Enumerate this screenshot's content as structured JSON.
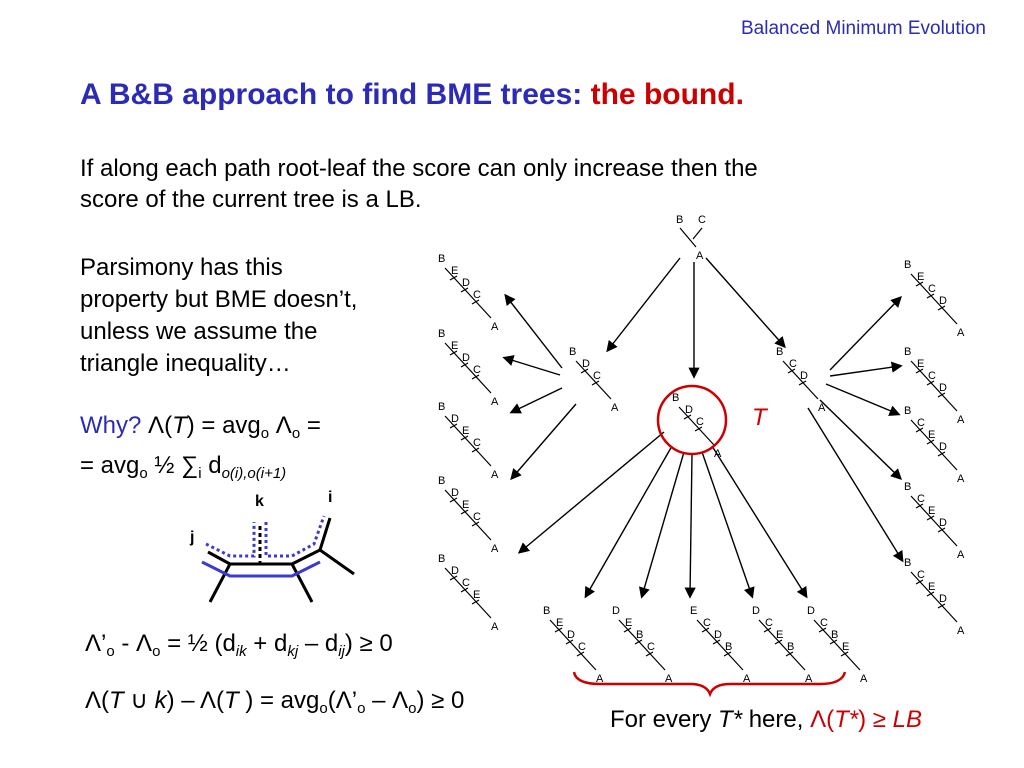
{
  "header": "Balanced Minimum Evolution",
  "title": {
    "main": "A B&B approach to find BME trees:",
    "highlight": "the bound."
  },
  "intro": {
    "line1": "If along each path root-leaf the score can only increase then the",
    "line2": "score of the current tree is a LB."
  },
  "parsimony": {
    "line1": "Parsimony has this",
    "line2": "property but BME doesn’t,",
    "line3": "unless we assume the",
    "line4": "triangle inequality…"
  },
  "why": {
    "label": "Why?",
    "lambda_open": "Λ(",
    "T": "T",
    "eq_avg": ") = avg",
    "sub_o": "o",
    "lambda_o": "Λ",
    "sub_o2": "o",
    "eq_tail": " =",
    "line2_prefix": "= avg",
    "sub_o3": "o",
    "half_sum": " ½ ∑",
    "sub_i": "i",
    "d": " d",
    "sub_idx": "o(i),o(i+1)"
  },
  "diagram_labels": {
    "k": "k",
    "i": "i",
    "j": "j"
  },
  "tree_label_T": "T",
  "eq1": {
    "lead": "Λ’",
    "sub_o1": "o",
    "minus": " - Λ",
    "sub_o2": "o",
    "eq": " = ½ (d",
    "sub_ik": "ik",
    "plus": " + d",
    "sub_kj": "kj",
    "minus2": " – d",
    "sub_ij": "ij",
    "tail": ") ≥ 0"
  },
  "eq2": {
    "open": "Λ(",
    "T1": "T",
    "cup": " ∪ ",
    "k": "k",
    "mid": ") – Λ(",
    "T2": "T",
    "eq": " ) = avg",
    "sub_o": "o",
    "paren": "(Λ’",
    "sub_o2": "o",
    "minus": " – Λ",
    "sub_o3": "o",
    "tail": ") ≥ 0"
  },
  "footer": {
    "prefix": "For every ",
    "T": "T*",
    "here": " here, ",
    "lambda": "Λ(",
    "T2": "T*",
    "close": ")",
    "ge": " ≥ ",
    "LB": "LB"
  },
  "trees": {
    "root": [
      "B",
      "C",
      "A"
    ],
    "level1_left": [
      "B",
      "D",
      "C",
      "A"
    ],
    "level1_mid": [
      "B",
      "D",
      "C",
      "A"
    ],
    "level1_right": [
      "B",
      "C",
      "D",
      "A"
    ],
    "left_col": [
      [
        "B",
        "E",
        "D",
        "C",
        "A"
      ],
      [
        "B",
        "E",
        "D",
        "C",
        "A"
      ],
      [
        "B",
        "D",
        "E",
        "C",
        "A"
      ],
      [
        "B",
        "D",
        "E",
        "C",
        "A"
      ],
      [
        "B",
        "D",
        "C",
        "E",
        "A"
      ]
    ],
    "right_col": [
      [
        "B",
        "E",
        "C",
        "D",
        "A"
      ],
      [
        "B",
        "E",
        "C",
        "D",
        "A"
      ],
      [
        "B",
        "C",
        "E",
        "D",
        "A"
      ],
      [
        "B",
        "C",
        "E",
        "D",
        "A"
      ],
      [
        "B",
        "C",
        "E",
        "D",
        "A"
      ]
    ],
    "bottom_row": [
      [
        "B",
        "E",
        "D",
        "C",
        "A"
      ],
      [
        "D",
        "E",
        "B",
        "C",
        "A"
      ],
      [
        "E",
        "C",
        "D",
        "B",
        "A"
      ],
      [
        "D",
        "C",
        "E",
        "B",
        "A"
      ],
      [
        "D",
        "C",
        "B",
        "E",
        "A"
      ]
    ]
  },
  "colors": {
    "blue": "#2b2bb8",
    "red": "#cc0000"
  }
}
